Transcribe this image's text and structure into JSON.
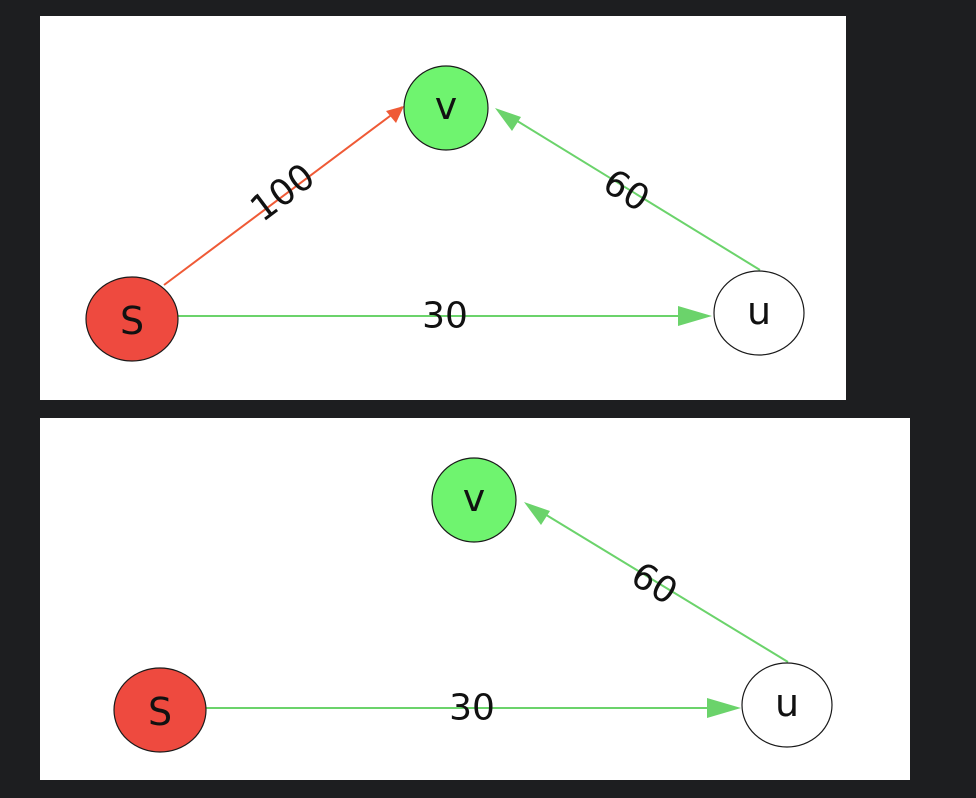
{
  "colors": {
    "background": "#1d1e20",
    "panel": "#ffffff",
    "source_node": "#ee4a3f",
    "target_node": "#6ff46f",
    "plain_node": "#ffffff",
    "active_edge": "#ef5a36",
    "tree_edge": "#6bd36b"
  },
  "graphs": [
    {
      "nodes": [
        {
          "id": "s",
          "label": "S",
          "color": "#ee4a3f"
        },
        {
          "id": "v",
          "label": "v",
          "color": "#6ff46f"
        },
        {
          "id": "u",
          "label": "u",
          "color": "#ffffff"
        }
      ],
      "edges": [
        {
          "from": "s",
          "to": "v",
          "weight": "100",
          "color": "#ef5a36"
        },
        {
          "from": "s",
          "to": "u",
          "weight": "30",
          "color": "#6bd36b"
        },
        {
          "from": "u",
          "to": "v",
          "weight": "60",
          "color": "#6bd36b"
        }
      ]
    },
    {
      "nodes": [
        {
          "id": "s",
          "label": "S",
          "color": "#ee4a3f"
        },
        {
          "id": "v",
          "label": "v",
          "color": "#6ff46f"
        },
        {
          "id": "u",
          "label": "u",
          "color": "#ffffff"
        }
      ],
      "edges": [
        {
          "from": "s",
          "to": "u",
          "weight": "30",
          "color": "#6bd36b"
        },
        {
          "from": "u",
          "to": "v",
          "weight": "60",
          "color": "#6bd36b"
        }
      ]
    }
  ]
}
